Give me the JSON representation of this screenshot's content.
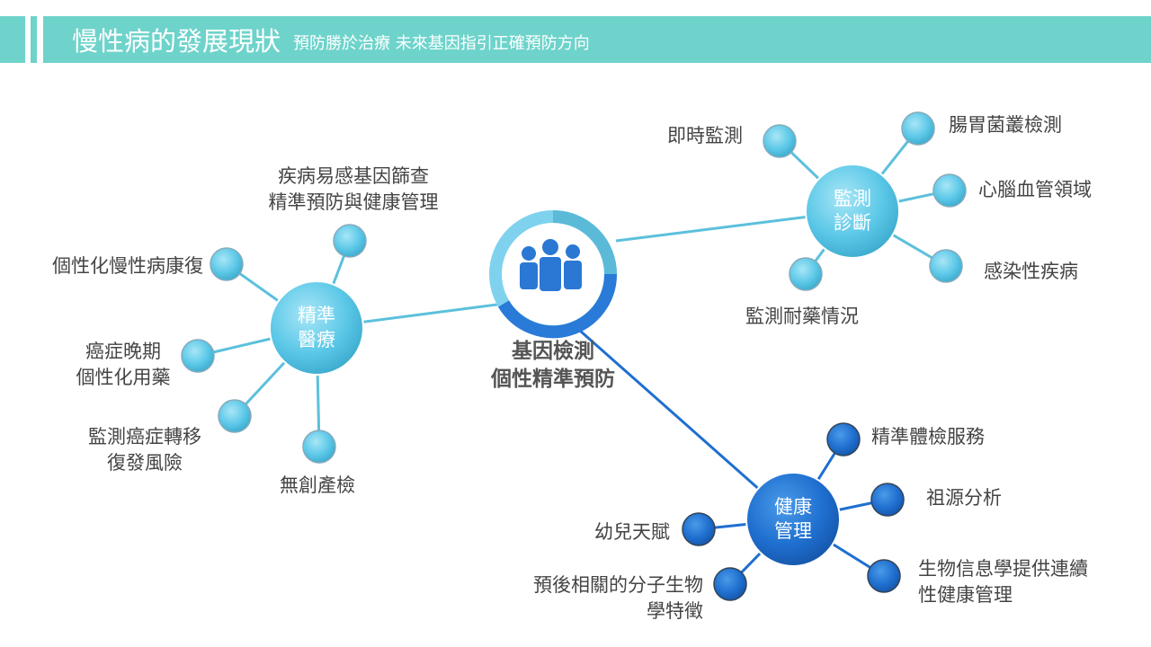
{
  "header": {
    "title": "慢性病的發展現狀",
    "subtitle": "預防勝於治療 未來基因指引正確預防方向"
  },
  "center": {
    "line1": "基因檢測",
    "line2": "個性精準預防",
    "icon": "people-group-icon"
  },
  "hubs": {
    "precision": {
      "line1": "精準",
      "line2": "醫療",
      "color": "#5cc8e8"
    },
    "monitor": {
      "line1": "監測",
      "line2": "診斷",
      "color": "#5cc8e8"
    },
    "health": {
      "line1": "健康",
      "line2": "管理",
      "color": "#1f6fd0"
    }
  },
  "precision_items": [
    {
      "line1": "疾病易感基因篩查",
      "line2": "精準預防與健康管理"
    },
    {
      "line1": "個性化慢性病康復"
    },
    {
      "line1": "癌症晚期",
      "line2": "個性化用藥"
    },
    {
      "line1": "監測癌症轉移",
      "line2": "復發風險"
    },
    {
      "line1": "無創產檢"
    }
  ],
  "monitor_items": [
    {
      "line1": "即時監測"
    },
    {
      "line1": "腸胃菌叢檢測"
    },
    {
      "line1": "心腦血管領域"
    },
    {
      "line1": "感染性疾病"
    },
    {
      "line1": "監測耐藥情況"
    }
  ],
  "health_items": [
    {
      "line1": "精準體檢服務"
    },
    {
      "line1": "祖源分析"
    },
    {
      "line1": "幼兒天賦"
    },
    {
      "line1": "預後相關的分子生物",
      "line2": "學特徵"
    },
    {
      "line1": "生物信息學提供連續",
      "line2": "性健康管理"
    }
  ]
}
